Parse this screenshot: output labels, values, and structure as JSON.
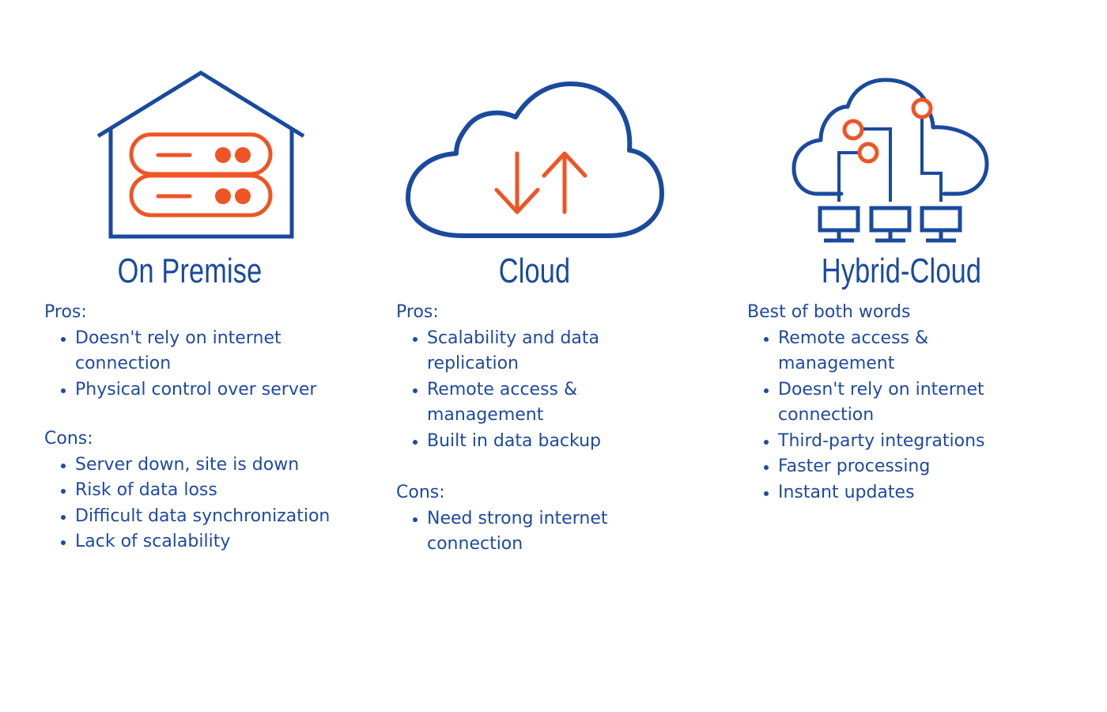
{
  "colors": {
    "blue": "#1a4a9e",
    "orange": "#ee5524"
  },
  "columns": [
    {
      "title": "On Premise",
      "icon": "house-server-icon",
      "pros_heading": "Pros:",
      "pros": [
        "Doesn't rely on internet connection",
        "Physical control over server"
      ],
      "cons_heading": "Cons:",
      "cons": [
        "Server down, site is down",
        "Risk of data loss",
        "Difficult data synchronization",
        "Lack of scalability"
      ]
    },
    {
      "title": "Cloud",
      "icon": "cloud-transfer-icon",
      "pros_heading": "Pros:",
      "pros": [
        "Scalability and data replication",
        "Remote access & management",
        "Built in data backup"
      ],
      "cons_heading": "Cons:",
      "cons": [
        "Need strong internet connection"
      ]
    },
    {
      "title": "Hybrid-Cloud",
      "icon": "hybrid-cloud-network-icon",
      "pros_heading": "Best of both words",
      "pros": [
        "Remote access & management",
        "Doesn't rely on internet connection",
        "Third-party integrations",
        "Faster processing",
        "Instant updates"
      ]
    }
  ]
}
